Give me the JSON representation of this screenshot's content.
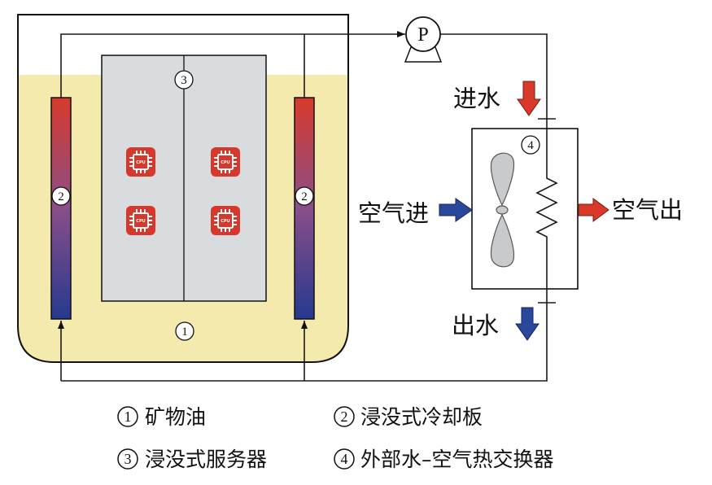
{
  "diagram": {
    "tank": {
      "marker": "1"
    },
    "server": {
      "marker": "3",
      "chips": [
        {
          "icon": "cpu-chip-icon",
          "label": "CPU"
        },
        {
          "icon": "cpu-chip-icon",
          "label": "CPU"
        },
        {
          "icon": "cpu-chip-icon",
          "label": "CPU"
        },
        {
          "icon": "cpu-chip-icon",
          "label": "CPU"
        }
      ]
    },
    "cold_plates": [
      {
        "marker": "2"
      },
      {
        "marker": "2"
      }
    ],
    "pump": {
      "label": "P",
      "icon": "pump-icon"
    },
    "heat_exchanger": {
      "marker": "4",
      "fan_icon": "fan-icon",
      "coil_icon": "coil-icon"
    },
    "flows": {
      "water_in": {
        "label": "进水",
        "arrow_icon": "arrow-down-icon"
      },
      "water_out": {
        "label": "出水",
        "arrow_icon": "arrow-down-icon"
      },
      "air_in": {
        "label": "空气进",
        "arrow_icon": "arrow-right-icon"
      },
      "air_out": {
        "label": "空气出",
        "arrow_icon": "arrow-right-icon"
      }
    }
  },
  "legend": [
    {
      "marker": "1",
      "label": "矿物油"
    },
    {
      "marker": "2",
      "label": "浸没式冷却板"
    },
    {
      "marker": "3",
      "label": "浸没式服务器"
    },
    {
      "marker": "4",
      "label": "外部水–空气热交换器"
    }
  ],
  "colors": {
    "mineral_oil": "#f4eaae",
    "server": "#d9dcdf",
    "hot": "#d8392b",
    "cold": "#2b479c",
    "plate_top": "#d83a2c",
    "plate_mid": "#8a4e8a",
    "plate_bottom": "#26398e",
    "chip": "#d8382c",
    "fan": "#c8cacc"
  }
}
